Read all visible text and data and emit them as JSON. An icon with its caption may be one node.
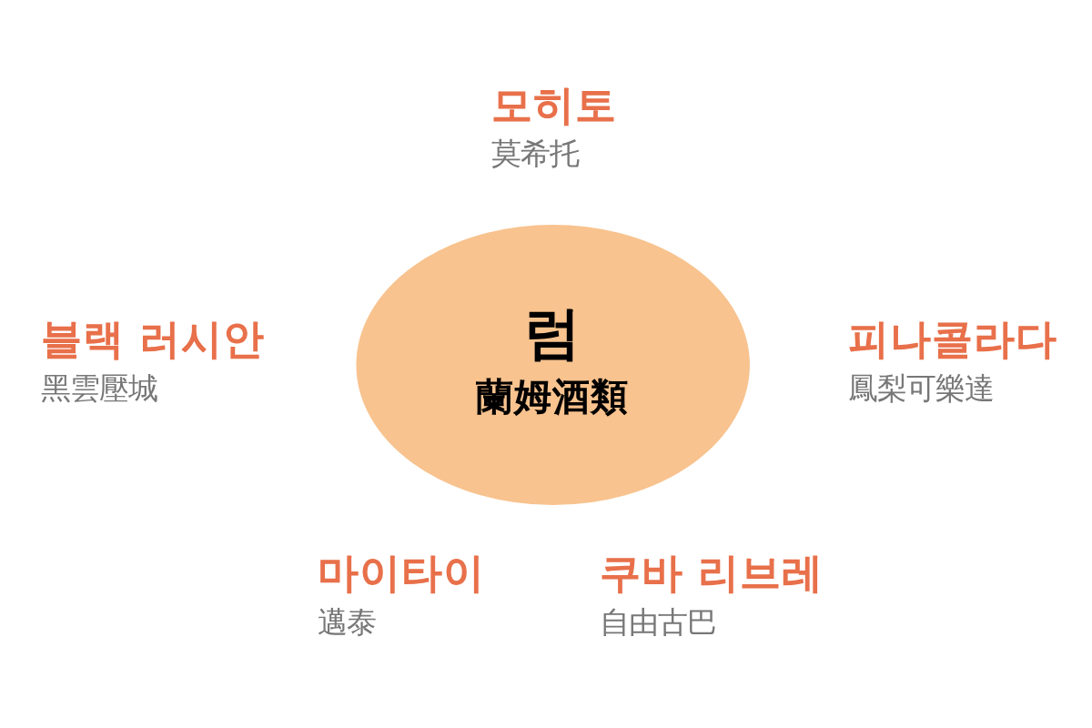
{
  "diagram": {
    "nodes": [
      {
        "text": [
          "럼",
          "蘭姆酒類"
        ]
      }
    ],
    "labels": [
      "모히토",
      "莫希托",
      "블랙 러시안",
      "黑雲壓城",
      "피나콜라다",
      "鳳梨可樂達",
      "마이타이",
      "邁泰",
      "쿠바 리브레",
      "自由古巴"
    ]
  }
}
